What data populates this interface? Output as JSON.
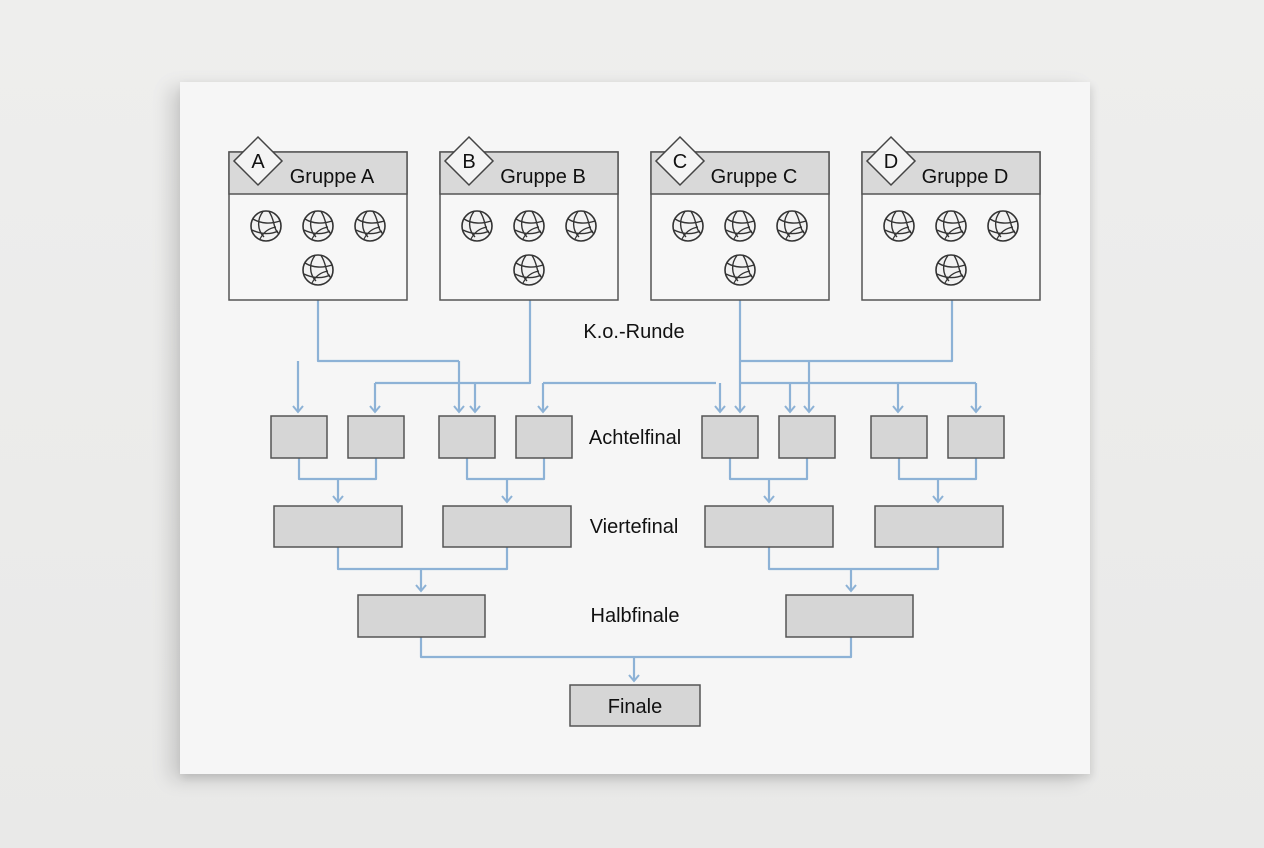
{
  "groups": [
    {
      "letter": "A",
      "title": "Gruppe A"
    },
    {
      "letter": "B",
      "title": "Gruppe B"
    },
    {
      "letter": "C",
      "title": "Gruppe C"
    },
    {
      "letter": "D",
      "title": "Gruppe D"
    }
  ],
  "stages": {
    "ko": "K.o.-Runde",
    "r16": "Achtelfinal",
    "qf": "Viertefinal",
    "sf": "Halbfinale",
    "final": "Finale"
  },
  "teams_per_group": 4,
  "colors": {
    "connector": "#8db2d6",
    "box_fill": "#d6d6d6",
    "box_stroke": "#555555",
    "header_fill": "#d9d9d9"
  },
  "icons": {
    "team": "volleyball-icon",
    "group_badge": "diamond-badge-icon"
  }
}
